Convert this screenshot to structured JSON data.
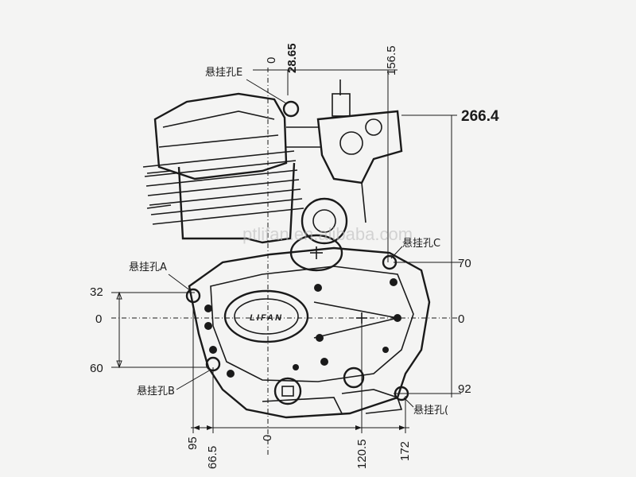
{
  "labels": {
    "mount_e": "悬挂孔E",
    "mount_a": "悬挂孔A",
    "mount_b": "悬挂孔B",
    "mount_c": "悬挂孔C",
    "mount_d": "悬挂孔(",
    "top_zero": "0",
    "top_2865": "28.65",
    "top_1565": "156.5",
    "right_2664": "266.4",
    "right_70": "70",
    "right_0": "0",
    "right_92": "92",
    "left_32": "32",
    "left_0": "0",
    "left_60": "60",
    "bottom_95": "95",
    "bottom_665": "66.5",
    "bottom_0": "0",
    "bottom_1205": "120.5",
    "bottom_172": "172",
    "badge": "LIFAN",
    "watermark": "ptlifan.en.alibaba.com"
  },
  "colors": {
    "ink": "#1a1a1a",
    "paper": "#f4f4f3"
  }
}
